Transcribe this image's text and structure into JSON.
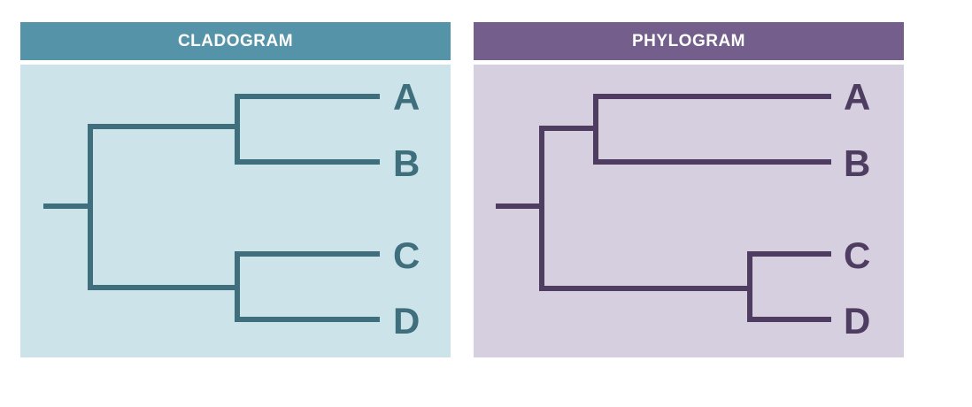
{
  "cladogram": {
    "title": "CLADOGRAM",
    "colors": {
      "header": "#5594a8",
      "body": "#cce3ea",
      "lines": "#3f6f7c",
      "labels": "#3f6f7c"
    },
    "tips": [
      "A",
      "B",
      "C",
      "D"
    ]
  },
  "phylogram": {
    "title": "PHYLOGRAM",
    "colors": {
      "header": "#745f8c",
      "body": "#d6cfe0",
      "lines": "#4e3c61",
      "labels": "#4e3c61"
    },
    "tips": [
      "A",
      "B",
      "C",
      "D"
    ]
  }
}
